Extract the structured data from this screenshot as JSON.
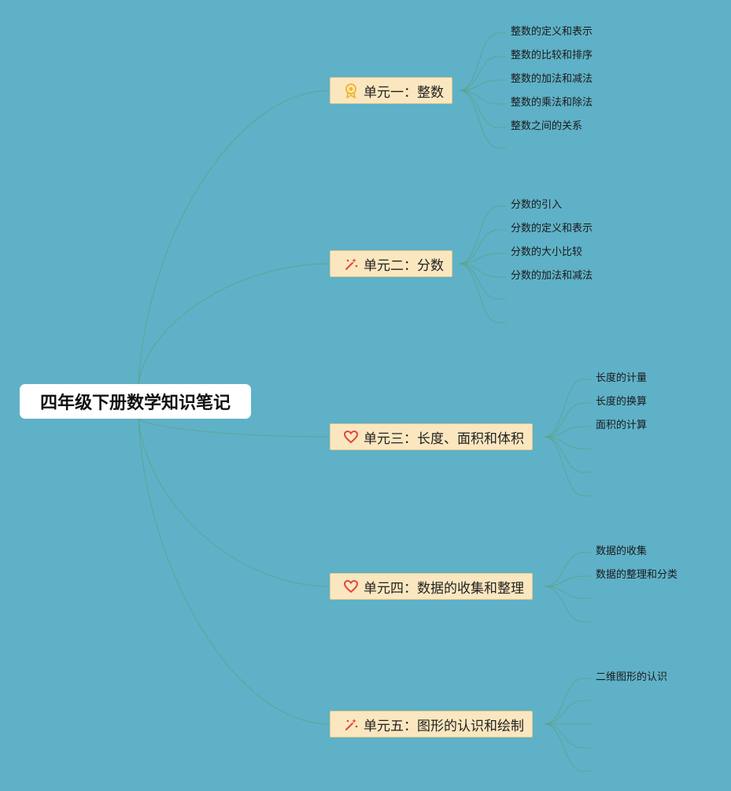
{
  "root": {
    "title": "四年级下册数学知识笔记"
  },
  "units": [
    {
      "label": "单元一：整数",
      "icon": "award-icon",
      "topics": [
        "整数的定义和表示",
        "整数的比较和排序",
        "整数的加法和减法",
        "整数的乘法和除法",
        "整数之间的关系"
      ]
    },
    {
      "label": "单元二：分数",
      "icon": "sparkle-wand-icon",
      "topics": [
        "分数的引入",
        "分数的定义和表示",
        "分数的大小比较",
        "分数的加法和减法"
      ]
    },
    {
      "label": "单元三：长度、面积和体积",
      "icon": "heart-icon",
      "topics": [
        "长度的计量",
        "长度的换算",
        "面积的计算"
      ]
    },
    {
      "label": "单元四：数据的收集和整理",
      "icon": "heart-icon",
      "topics": [
        "数据的收集",
        "数据的整理和分类"
      ]
    },
    {
      "label": "单元五：图形的认识和绘制",
      "icon": "sparkle-wand-icon",
      "topics": [
        "二维图形的认识"
      ]
    }
  ],
  "colors": {
    "background": "#5fb1c7",
    "unit_fill": "#fbe7bf",
    "connector": "#5aa58a",
    "heart": "#e0463c",
    "wand": "#e0463c",
    "award": "#f0b830"
  }
}
